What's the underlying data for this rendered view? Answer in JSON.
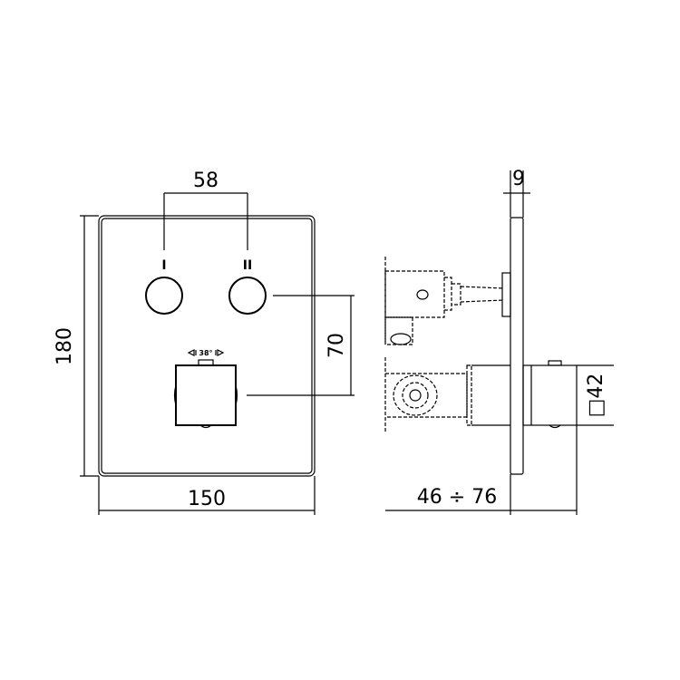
{
  "front_view": {
    "dim_height": "180",
    "dim_width": "150",
    "dim_button_spacing": "58",
    "dim_vertical_offset": "70",
    "button_1_label": "I",
    "button_2_label": "II",
    "rotation_label": "38°"
  },
  "side_view": {
    "dim_plate_thickness": "9",
    "dim_depth_range": "46 ÷ 76",
    "dim_handle_square": "□42"
  }
}
